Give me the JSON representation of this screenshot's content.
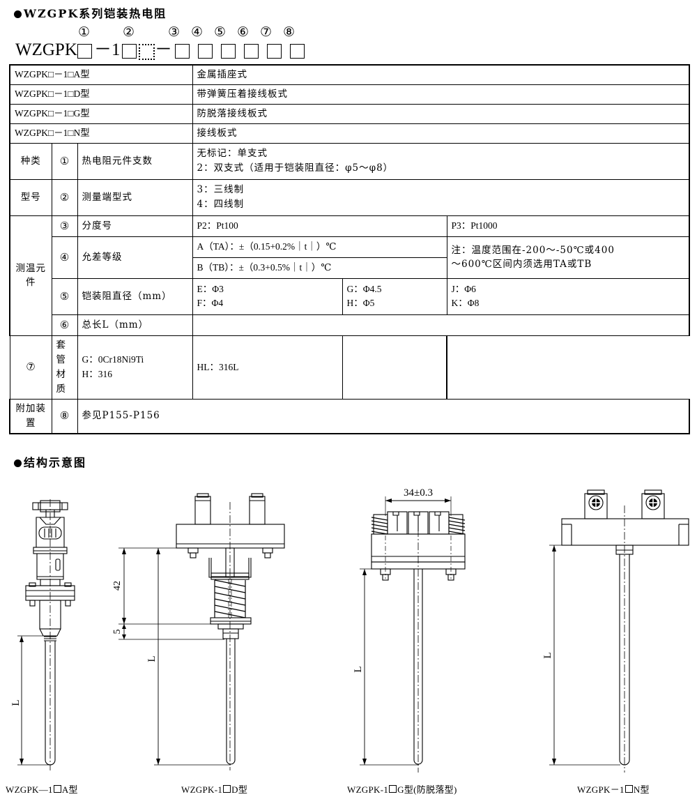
{
  "headings": {
    "model_section": "WZGPK系列铠装热电阻",
    "structure_section": "结构示意图"
  },
  "model_code": {
    "prefix": "WZGPK",
    "mid": "－1",
    "dash": "－",
    "circle_markers": [
      "①",
      "②",
      "③",
      "④",
      "⑤",
      "⑥",
      "⑦",
      "⑧"
    ]
  },
  "type_rows": [
    {
      "code": "WZGPK□－1□A型",
      "desc": "金属插座式"
    },
    {
      "code": "WZGPK□－1□D型",
      "desc": "带弹簧压着接线板式"
    },
    {
      "code": "WZGPK□－1□G型",
      "desc": "防脱落接线板式"
    },
    {
      "code": "WZGPK□－1□N型",
      "desc": "接线板式"
    }
  ],
  "groups": {
    "kind": "种类",
    "model": "型号",
    "sensing_element": "测温元件",
    "accessory": "附加装置"
  },
  "spec_rows": {
    "row1": {
      "group": "种类",
      "num": "①",
      "name": "热电阻元件支数",
      "line1": "无标记：单支式",
      "line2": "2：双支式（适用于铠装阻直径：φ5～φ8）"
    },
    "row2": {
      "group": "型号",
      "num": "②",
      "name": "测量端型式",
      "line1": "3：三线制",
      "line2": "4：四线制"
    },
    "row3": {
      "num": "③",
      "name": "分度号",
      "col_a": "P2：Pt100",
      "col_b": "P3：Pt1000"
    },
    "row4": {
      "num": "④",
      "name": "允差等级",
      "line_a": "A（TA）：±（0.15+0.2%｜t｜）℃",
      "line_b": "B（TB）：±（0.3+0.5%｜t｜）℃",
      "note_line1": "注：温度范围在-200～-50℃或400",
      "note_line2": "～600℃区间内须选用TA或TB"
    },
    "row5": {
      "num": "⑤",
      "name": "铠装阻直径（mm）",
      "col1_line1": "E：Φ3",
      "col1_line2": "F：Φ4",
      "col2_line1": "G：Φ4.5",
      "col2_line2": "H：Φ5",
      "col3_line1": "J：Φ6",
      "col3_line2": "K：Φ8"
    },
    "row6": {
      "num": "⑥",
      "name": "总长L（mm）",
      "value": ""
    },
    "row7": {
      "num": "⑦",
      "name": "套管材质",
      "col1_line1": "G：0Cr18Ni9Ti",
      "col1_line2": "H：316",
      "col2": "HL：316L",
      "col3": ""
    },
    "row8": {
      "group": "附加装置",
      "num": "⑧",
      "value": "参见P155-P156"
    }
  },
  "diagrams": [
    {
      "caption_pre": "WZGPK—1",
      "caption_post": "A型",
      "dim_labels": [
        "L"
      ]
    },
    {
      "caption_pre": "WZGPK-1",
      "caption_post": "D型",
      "dim_labels": [
        "42",
        "5",
        "L"
      ]
    },
    {
      "caption_pre": "WZGPK-1",
      "caption_post": "G型(防脱落型)",
      "dim_labels": [
        "34±0.3",
        "L"
      ]
    },
    {
      "caption_pre": "WZGPK－1",
      "caption_post": "N型",
      "dim_labels": [
        "L"
      ]
    }
  ],
  "colors": {
    "line": "#000000",
    "background": "#ffffff"
  }
}
